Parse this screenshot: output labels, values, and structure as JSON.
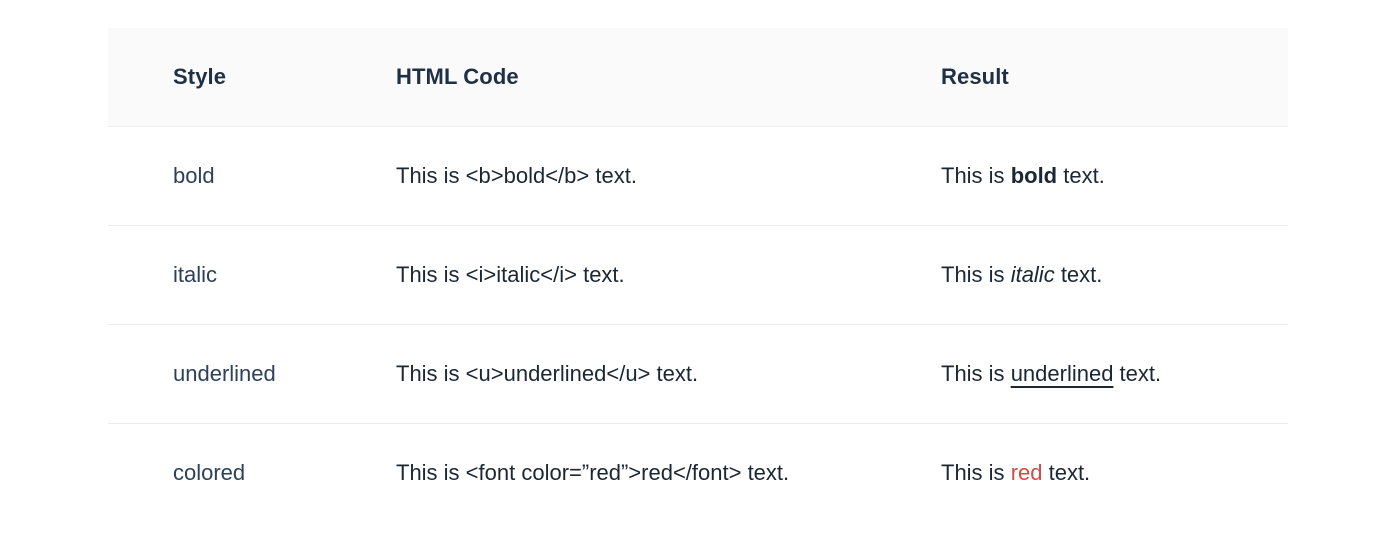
{
  "table": {
    "headers": [
      "Style",
      "HTML Code",
      "Result"
    ],
    "rows": [
      {
        "style": "bold",
        "code": "This is <b>bold</b> text.",
        "result": {
          "before": "This is ",
          "emphasis": "bold",
          "after": " text.",
          "effect": "bold"
        }
      },
      {
        "style": "italic",
        "code": "This is <i>italic</i> text.",
        "result": {
          "before": "This is ",
          "emphasis": "italic",
          "after": " text.",
          "effect": "italic"
        }
      },
      {
        "style": "underlined",
        "code": "This is <u>underlined</u> text.",
        "result": {
          "before": "This is ",
          "emphasis": "underlined",
          "after": " text.",
          "effect": "underline"
        }
      },
      {
        "style": "colored",
        "code": "This is <font color=”red”>red</font> text.",
        "result": {
          "before": "This is ",
          "emphasis": "red",
          "after": " text.",
          "effect": "red"
        }
      }
    ]
  },
  "colors": {
    "header_background": "#fafafa",
    "header_text": "#1f3045",
    "style_text": "#2d4159",
    "body_text": "#1b2733",
    "row_divider": "#eceef0",
    "red_accent": "#d24b45",
    "page_background": "#ffffff"
  }
}
